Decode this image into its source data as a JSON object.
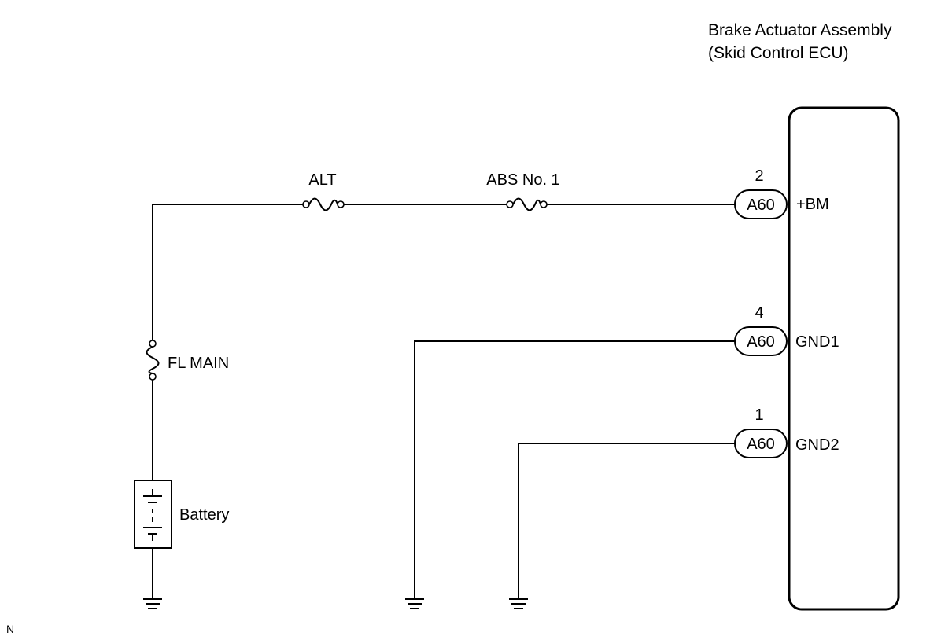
{
  "component": {
    "title_line1": "Brake Actuator Assembly",
    "title_line2": "(Skid Control ECU)"
  },
  "fuses": {
    "alt": "ALT",
    "abs_no1": "ABS No. 1",
    "fl_main": "FL MAIN"
  },
  "battery": {
    "label": "Battery"
  },
  "pins": [
    {
      "connector": "A60",
      "number": "2",
      "terminal": "+BM"
    },
    {
      "connector": "A60",
      "number": "4",
      "terminal": "GND1"
    },
    {
      "connector": "A60",
      "number": "1",
      "terminal": "GND2"
    }
  ],
  "corner_mark": "N"
}
